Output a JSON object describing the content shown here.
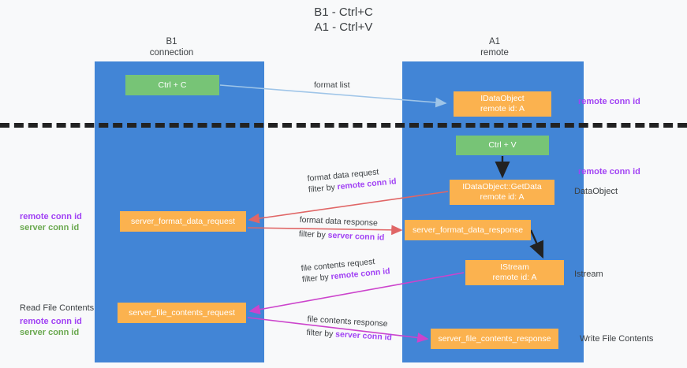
{
  "title": {
    "line1": "B1 - Ctrl+C",
    "line2": "A1 - Ctrl+V"
  },
  "columns": [
    {
      "name": "B1",
      "role": "connection"
    },
    {
      "name": "A1",
      "role": "remote"
    }
  ],
  "nodes": {
    "ctrl_c": {
      "line1": "Ctrl + C",
      "line2": "",
      "color": "#77c476"
    },
    "idataobject": {
      "line1": "IDataObject",
      "line2": "remote id: A",
      "color": "#fbb24f"
    },
    "ctrl_v": {
      "line1": "Ctrl + V",
      "line2": "",
      "color": "#77c476"
    },
    "getdata": {
      "line1": "IDataObject::GetData",
      "line2": "remote id: A",
      "color": "#fbb24f"
    },
    "sfd_request": {
      "line1": "server_format_data_request",
      "line2": "",
      "color": "#fbb24f"
    },
    "sfd_response": {
      "line1": "server_format_data_response",
      "line2": "",
      "color": "#fbb24f"
    },
    "istream": {
      "line1": "IStream",
      "line2": "remote id: A",
      "color": "#fbb24f"
    },
    "sfc_request": {
      "line1": "server_file_contents_request",
      "line2": "",
      "color": "#fbb24f"
    },
    "sfc_response": {
      "line1": "server_file_contents_response",
      "line2": "",
      "color": "#fbb24f"
    }
  },
  "edges": {
    "format_list": {
      "label": "format list"
    },
    "format_data_request": {
      "label": "format data request",
      "filter_prefix": "filter by ",
      "filter_key": "remote conn id"
    },
    "format_data_response": {
      "label": "format data response",
      "filter_prefix": "filter by ",
      "filter_key": "server conn id"
    },
    "file_contents_request": {
      "label": "file contents request",
      "filter_prefix": "filter by ",
      "filter_key": "remote conn id"
    },
    "file_contents_response": {
      "label": "file contents response",
      "filter_prefix": "filter by ",
      "filter_key": "server conn id"
    }
  },
  "annotations": {
    "remote_conn_id_top": "remote conn id",
    "remote_conn_id_mid": "remote conn id",
    "dataobject": "DataObject",
    "istream": "Istream",
    "write_file_contents": "Write File Contents",
    "read_file_contents": "Read File Contents",
    "remote_conn_id": "remote conn id",
    "server_conn_id": "server conn id"
  },
  "colors": {
    "lane": "#4285d6",
    "green_node": "#77c476",
    "orange_node": "#fbb24f",
    "purple": "#a142f4",
    "green_text": "#6aa84f",
    "arrow_blue": "#9fc5e8",
    "arrow_red": "#e06666",
    "arrow_magenta": "#cc44cc",
    "arrow_black": "#222222",
    "background": "#f8f9fa"
  }
}
